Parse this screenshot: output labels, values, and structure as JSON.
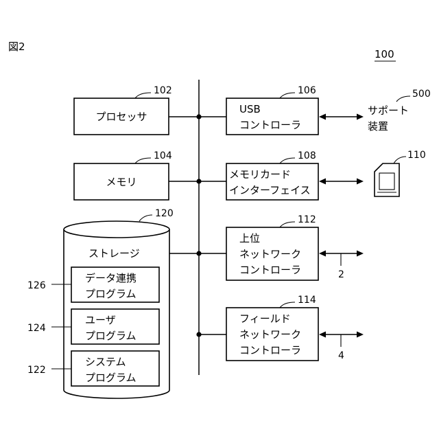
{
  "figure_label": "図2",
  "system_ref": "100",
  "processor": {
    "label": "プロセッサ",
    "ref": "102"
  },
  "memory": {
    "label": "メモリ",
    "ref": "104"
  },
  "usb_controller": {
    "line1": "USB",
    "line2": "コントローラ",
    "ref": "106"
  },
  "memory_card_interface": {
    "line1": "メモリカード",
    "line2": "インターフェイス",
    "ref": "108"
  },
  "memory_card": {
    "ref": "110"
  },
  "upper_network_controller": {
    "line1": "上位",
    "line2": "ネットワーク",
    "line3": "コントローラ",
    "ref": "112",
    "network_ref": "2"
  },
  "field_network_controller": {
    "line1": "フィールド",
    "line2": "ネットワーク",
    "line3": "コントローラ",
    "ref": "114",
    "network_ref": "4"
  },
  "support_device": {
    "line1": "サポート",
    "line2": "装置",
    "ref": "500"
  },
  "storage": {
    "label": "ストレージ",
    "ref": "120",
    "programs": [
      {
        "line1": "データ連携",
        "line2": "プログラム",
        "ref": "126"
      },
      {
        "line1": "ユーザ",
        "line2": "プログラム",
        "ref": "124"
      },
      {
        "line1": "システム",
        "line2": "プログラム",
        "ref": "122"
      }
    ]
  }
}
